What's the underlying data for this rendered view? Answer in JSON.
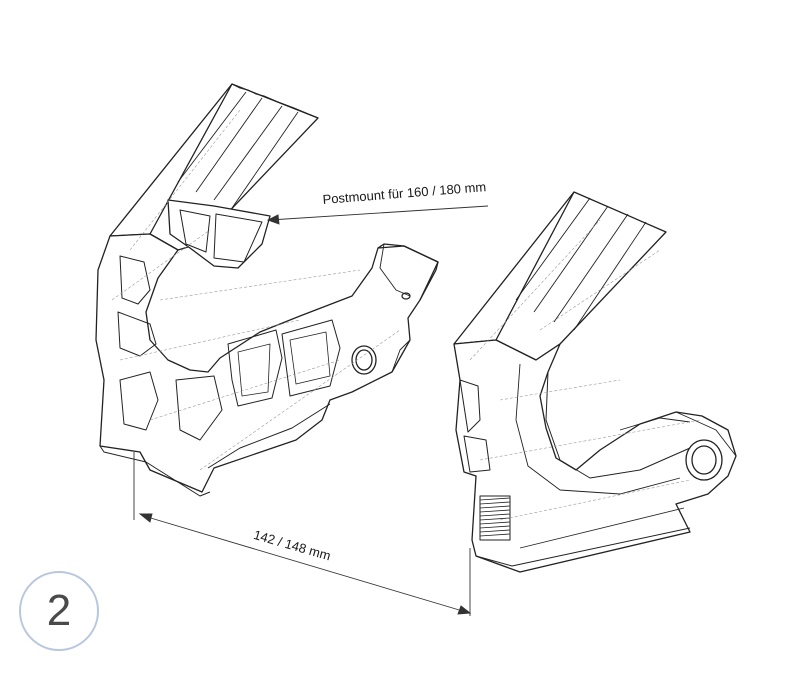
{
  "annotations": {
    "postmount": "Postmount für 160 / 180 mm",
    "dimension": "142 / 148 mm"
  },
  "step": {
    "number": "2"
  }
}
